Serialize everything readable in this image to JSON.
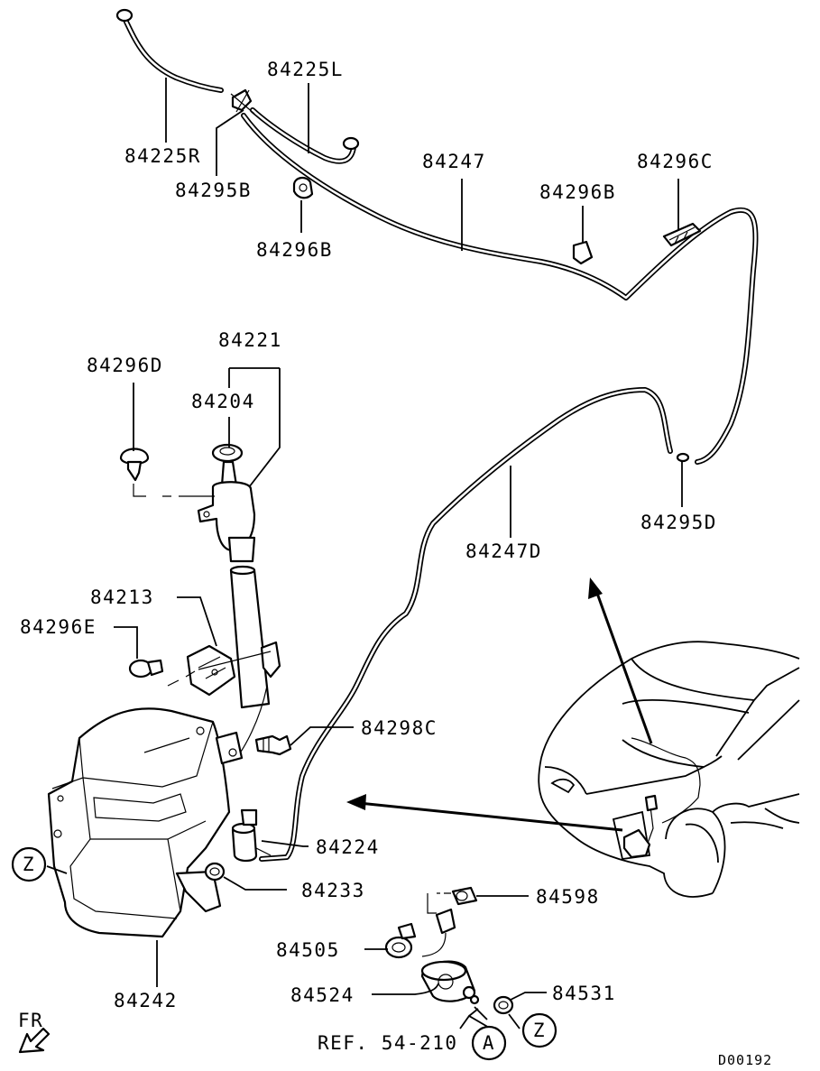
{
  "diagram_id": "D00192",
  "reference": "REF. 54-210",
  "direction": "FR",
  "callouts": {
    "a": "A",
    "z": "Z"
  },
  "parts": {
    "p84225L": "84225L",
    "p84225R": "84225R",
    "p84295B": "84295B",
    "p84296B_1": "84296B",
    "p84296B_2": "84296B",
    "p84247": "84247",
    "p84296C": "84296C",
    "p84221": "84221",
    "p84296D": "84296D",
    "p84204": "84204",
    "p84295D": "84295D",
    "p84247D": "84247D",
    "p84213": "84213",
    "p84296E": "84296E",
    "p84298C": "84298C",
    "p84224": "84224",
    "p84233": "84233",
    "p84598": "84598",
    "p84505": "84505",
    "p84524": "84524",
    "p84531": "84531",
    "p84242": "84242"
  }
}
